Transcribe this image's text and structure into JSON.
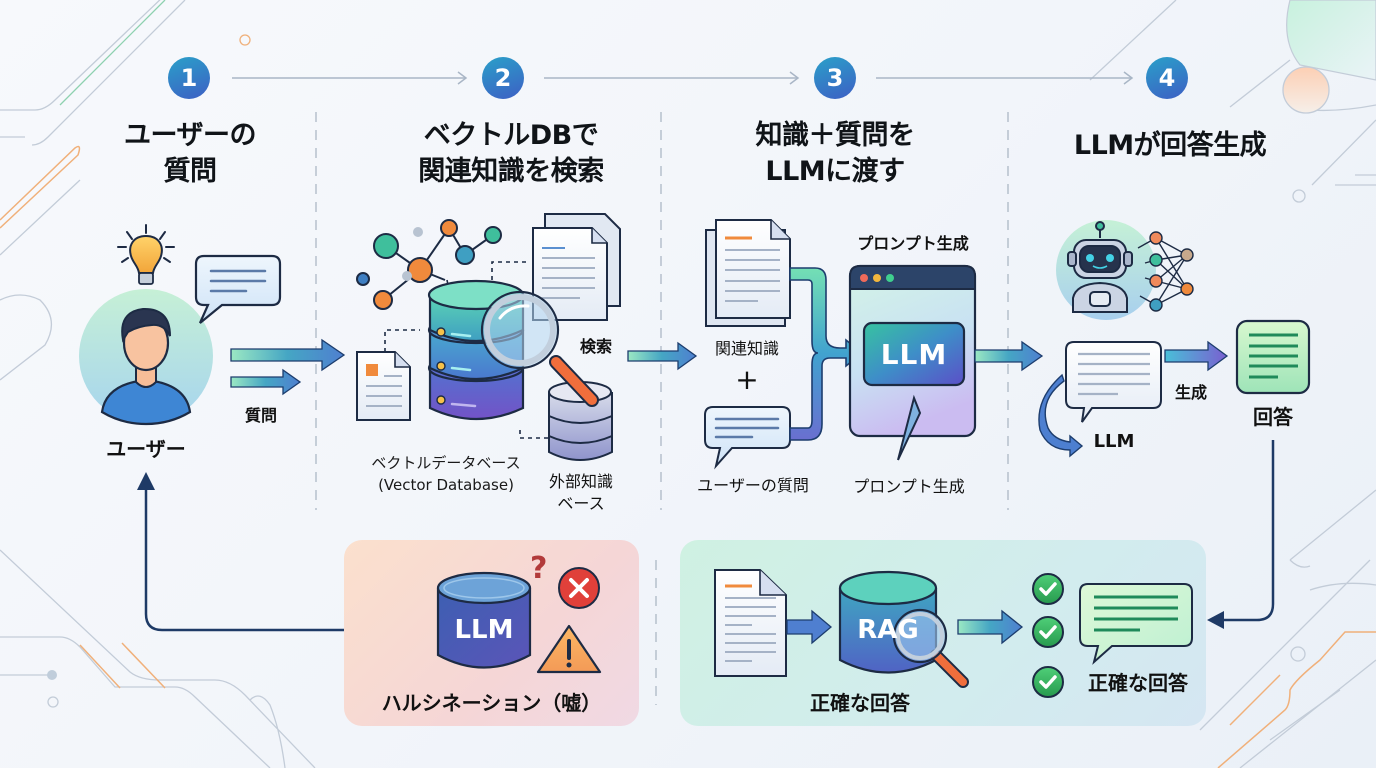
{
  "steps": [
    {
      "number": "1",
      "title": "ユーザーの\n質問"
    },
    {
      "number": "2",
      "title": "ベクトルDBで\n関連知識を検索"
    },
    {
      "number": "3",
      "title": "知識＋質問を\nLLMに渡す"
    },
    {
      "number": "4",
      "title": "LLMが回答生成"
    }
  ],
  "step1": {
    "user_label": "ユーザー",
    "arrow_label": "質問"
  },
  "step2": {
    "search_label": "検索",
    "vector_db_label": "ベクトルデータベース\n(Vector Database)",
    "external_kb_label": "外部知識\nベース"
  },
  "step3": {
    "related_knowledge_label": "関連知識",
    "plus_sign": "+",
    "user_question_label": "ユーザーの質問",
    "prompt_gen_top": "プロンプト生成",
    "prompt_gen_bottom": "プロンプト生成",
    "llm_badge": "LLM"
  },
  "step4": {
    "llm_label": "LLM",
    "generate_label": "生成",
    "answer_label": "回答"
  },
  "bottom_left_panel": {
    "cylinder_label": "LLM",
    "caption": "ハルシネーション（嘘）",
    "question_mark": "?",
    "error_mark": "✕",
    "warning_mark": "!"
  },
  "bottom_right_panel": {
    "cylinder_label": "RAG",
    "caption_left": "正確な回答",
    "caption_right": "正確な回答"
  },
  "colors": {
    "step_badge_start": "#2aa0c9",
    "step_badge_end": "#3d5fc4",
    "flow_arrow": "#1e3a66",
    "hallucination_panel": "#f6d9cf",
    "rag_panel": "#cdeee4",
    "accent_orange": "#f08a3c",
    "check_green": "#2fa35a",
    "error_red": "#e0403a"
  }
}
